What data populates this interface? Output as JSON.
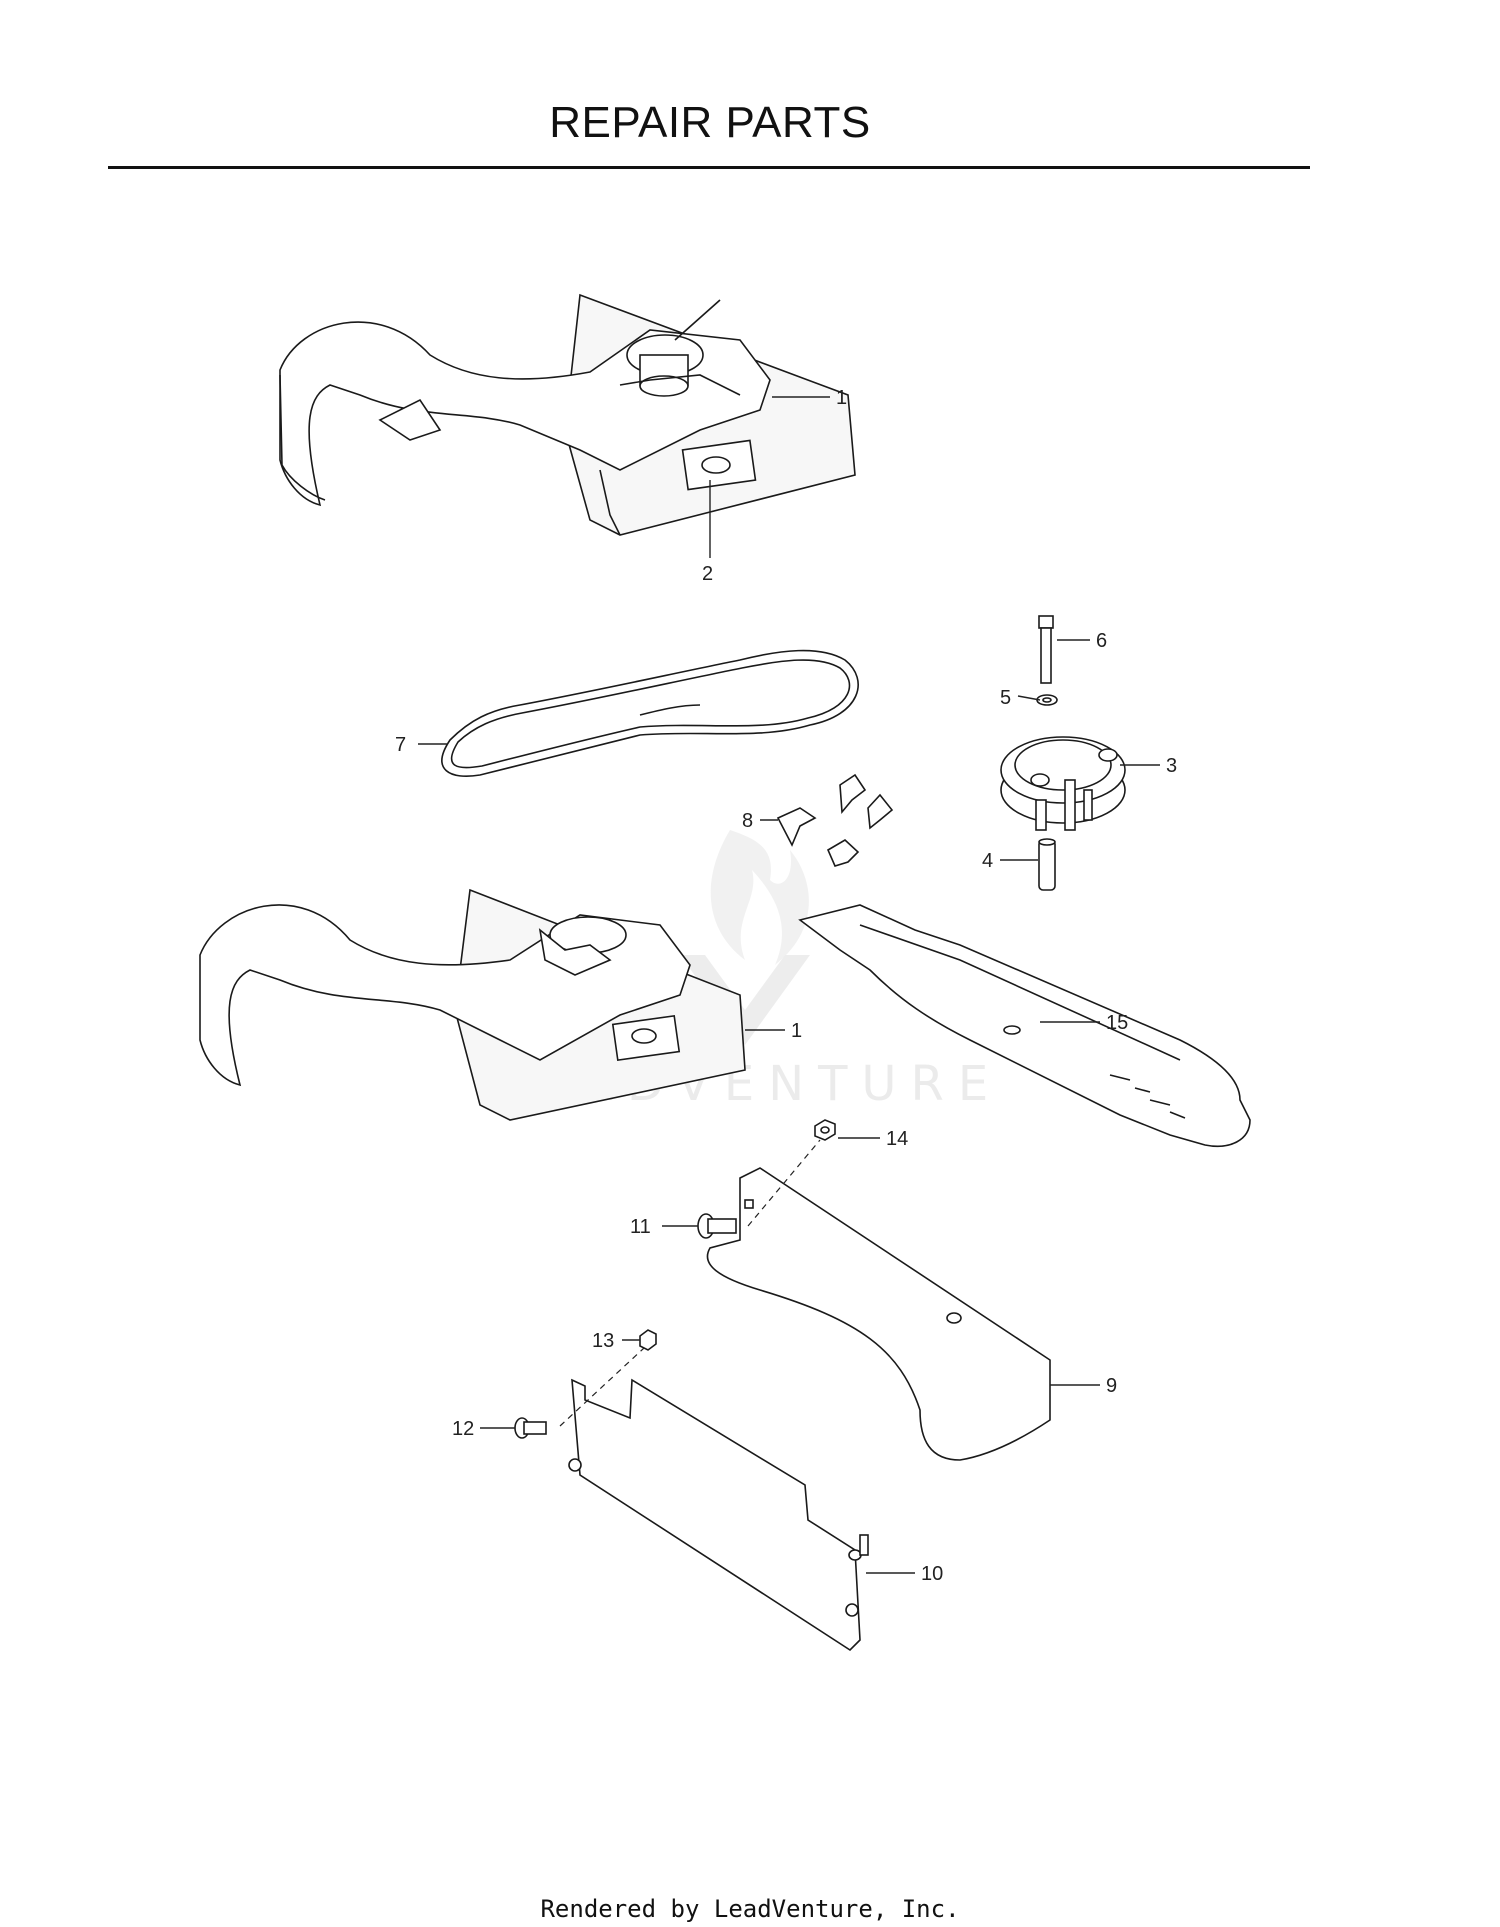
{
  "page": {
    "title": "REPAIR PARTS",
    "footer": "Rendered by LeadVenture, Inc."
  },
  "watermark": {
    "text": "LEADVENTURE"
  },
  "callouts": {
    "c1a": "1",
    "c2": "2",
    "c6": "6",
    "c5": "5",
    "c7": "7",
    "c3": "3",
    "c8": "8",
    "c4": "4",
    "c1b": "1",
    "c15": "15",
    "c14": "14",
    "c11": "11",
    "c9": "9",
    "c13": "13",
    "c12": "12",
    "c10": "10"
  }
}
